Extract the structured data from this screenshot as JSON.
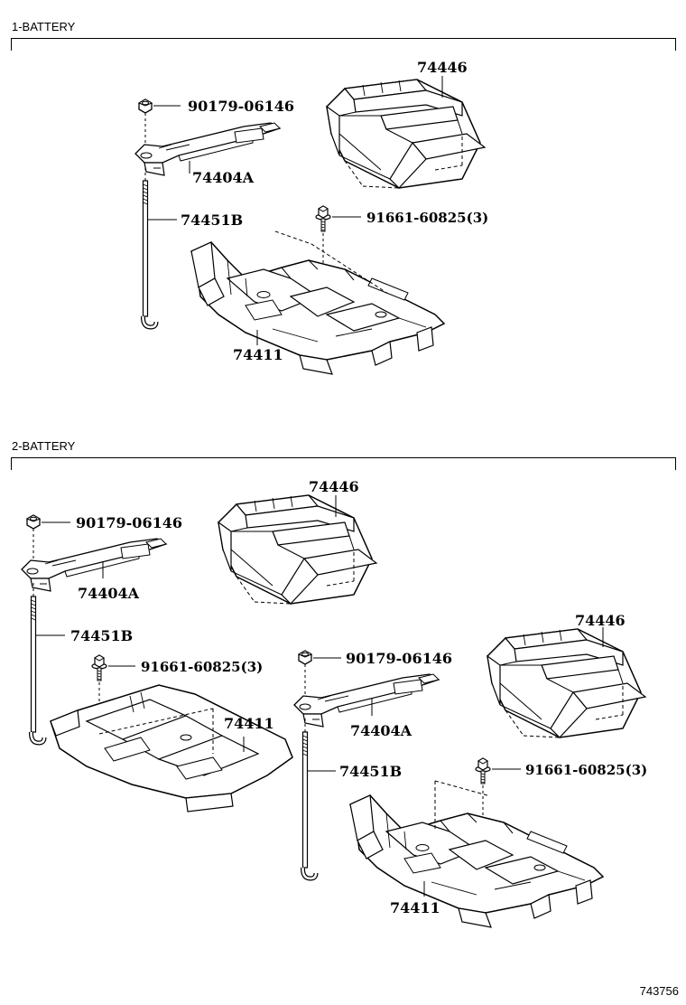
{
  "sections": [
    {
      "title": "1-BATTERY",
      "labels": {
        "nut": "90179-06146",
        "clamp": "74404A",
        "rod": "74451B",
        "bolt": "91661-60825(3)",
        "tray": "74411",
        "insulator": "74446"
      }
    },
    {
      "title": "2-BATTERY",
      "left_group": {
        "nut": "90179-06146",
        "clamp": "74404A",
        "rod": "74451B",
        "bolt": "91661-60825(3)",
        "tray": "74411",
        "insulator": "74446"
      },
      "right_group": {
        "nut": "90179-06146",
        "clamp": "74404A",
        "rod": "74451B",
        "bolt": "91661-60825(3)",
        "tray": "74411",
        "insulator": "74446"
      }
    }
  ],
  "catalog_number": "743756"
}
